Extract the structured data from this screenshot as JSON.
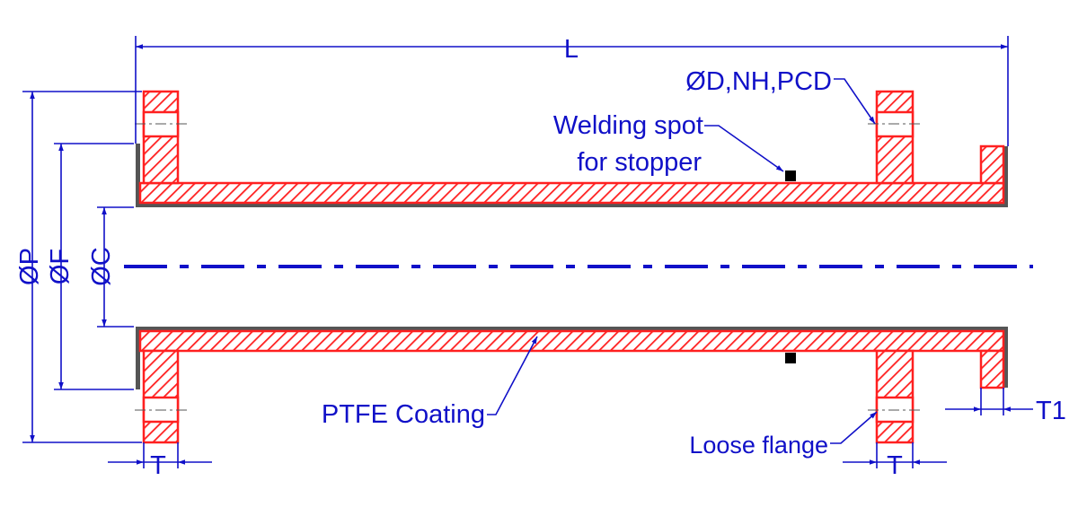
{
  "labels": {
    "length": "L",
    "bolt_spec": "ØD,NH,PCD",
    "welding_line1": "Welding spot",
    "welding_line2": "for stopper",
    "pcd_dia": "ØP",
    "flange_dia": "ØF",
    "bore_dia": "ØC",
    "coating": "PTFE Coating",
    "loose_flange": "Loose flange",
    "thickness_left": "T",
    "thickness_right": "T",
    "stopper_thickness": "T1"
  },
  "colors": {
    "dimension": "#1010c8",
    "section_hatch": "#ff2020",
    "coating_liner": "#555555",
    "weld_spot": "#000000",
    "background": "#ffffff"
  }
}
